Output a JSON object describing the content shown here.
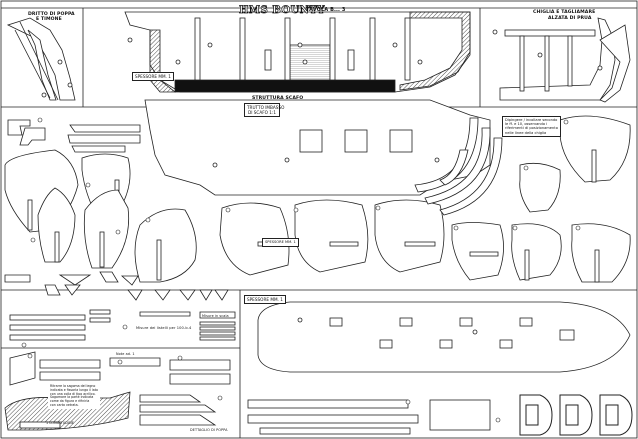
{
  "sheet": {
    "title": "HMS BOUNTY",
    "plate": "TAVOLA B... 3"
  },
  "labels": {
    "dritto_poppa_1": "DRITTO DI POPPA",
    "dritto_poppa_2": "E TIMONE",
    "chiglia": "CHIGLIA E TAGLIAMARE",
    "alzata": "ALZATA DI PRUA",
    "struttura": "STRUTTURA SCAFO",
    "spessore_top": "SPESSORE MM. 1",
    "spessore_mid": "SPESSORE MM. 1",
    "spessore_deck": "SPESSORE MM. 1",
    "dettaglio_scafo": "TRUTTO IMBASSO\nDI SCAFO 1:1",
    "note_right": "Dipingere / incollare secondo\nle ff. e 10, osservando i\nriferimenti di posizionamento\nnelle linee della chiglia",
    "misure": "Misure dei listelli per 100-b.4",
    "small_note_1": "Misure in scala",
    "small_note_2": "Note ad. 1",
    "bottom_note": "Ritrarre la sagoma del legno\nindicata e fissarla lungo il lato\ncon una colla di tipo acrilico.\nSagomare la parte indicata\ncome da figura e rifinirla\ncon carta vetrata.",
    "bottom_tag": "1 LONGITUDINE",
    "bottom_caption": "DETTAGLIO DI POPPA"
  },
  "icons": {
    "reference_marker": "circled-number",
    "cut_slot": "slot-notch"
  }
}
